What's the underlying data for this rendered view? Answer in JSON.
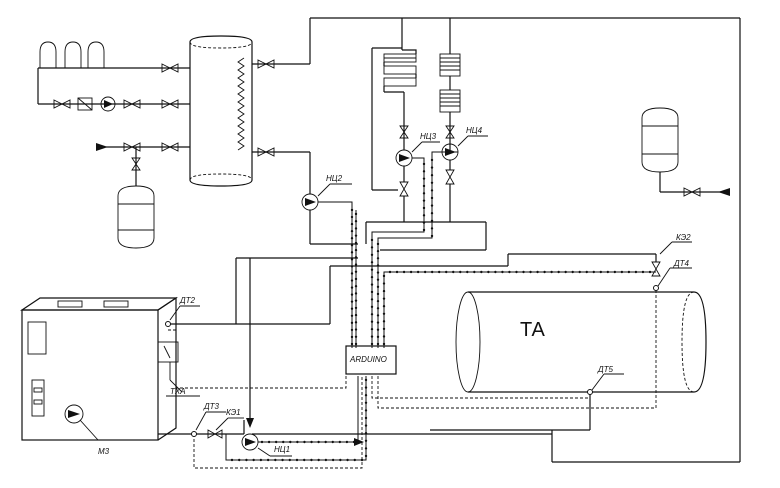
{
  "labels": {
    "ta": "ТА",
    "arduino": "ARDUINO",
    "pump_nc1": "НЦ1",
    "pump_nc2": "НЦ2",
    "pump_nc3": "НЦ3",
    "pump_nc4": "НЦ4",
    "sensor_dt2": "ДТ2",
    "sensor_dt3": "ДТ3",
    "sensor_dt4": "ДТ4",
    "sensor_dt5": "ДТ5",
    "valve_ke1": "КЭ1",
    "valve_ke2": "КЭ2",
    "thermocouple_txa": "ТХА",
    "fan_m3": "М3"
  }
}
